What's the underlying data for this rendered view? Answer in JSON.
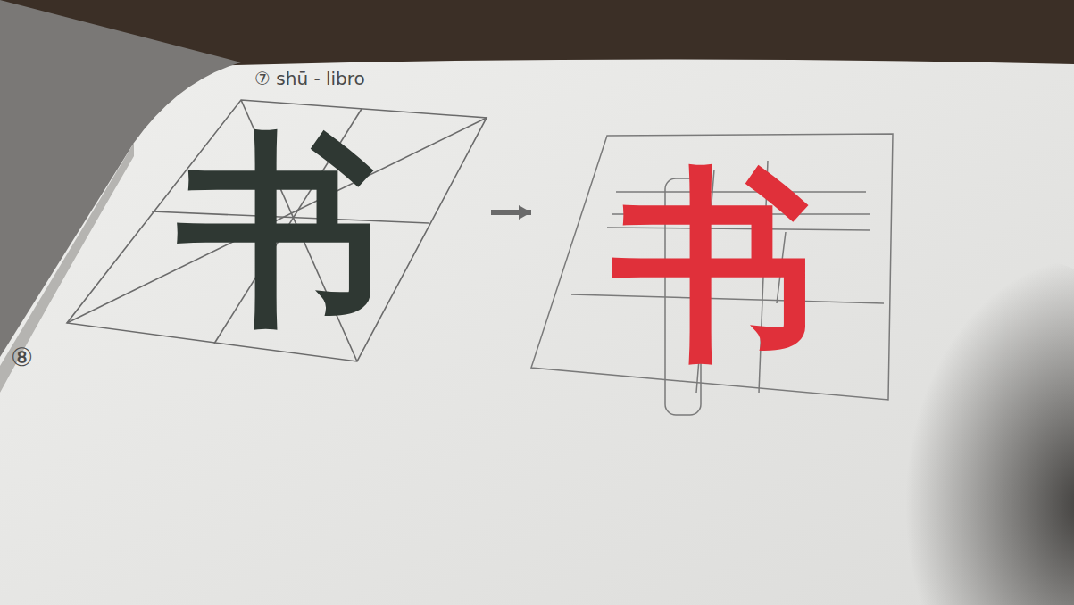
{
  "diagram": {
    "nodes": [
      {
        "text": [
          "书"
        ]
      },
      {
        "text": [
          "书"
        ]
      }
    ],
    "edges": [
      {
        "from": 0,
        "to": 1,
        "arrow": "to"
      }
    ],
    "labels": [
      "⑦ shū - libro",
      "⑧"
    ]
  }
}
